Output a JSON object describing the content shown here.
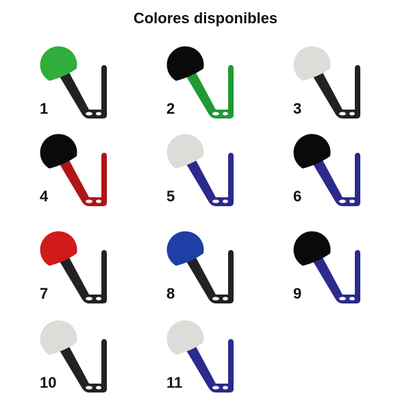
{
  "title": "Colores disponibles",
  "items": [
    {
      "label": "1",
      "ball": "#2fae3c",
      "hook": "#222222"
    },
    {
      "label": "2",
      "ball": "#0a0a0a",
      "hook": "#1f9a35"
    },
    {
      "label": "3",
      "ball": "#dcdcd8",
      "hook": "#222222"
    },
    {
      "label": "4",
      "ball": "#0a0a0a",
      "hook": "#b01515"
    },
    {
      "label": "5",
      "ball": "#dcdcd8",
      "hook": "#2c2a8c"
    },
    {
      "label": "6",
      "ball": "#0a0a0a",
      "hook": "#2c2a8c"
    },
    {
      "label": "7",
      "ball": "#d11a1a",
      "hook": "#222222"
    },
    {
      "label": "8",
      "ball": "#1f3fa6",
      "hook": "#222222"
    },
    {
      "label": "9",
      "ball": "#0a0a0a",
      "hook": "#2c2a8c"
    },
    {
      "label": "10",
      "ball": "#dcdcd8",
      "hook": "#222222"
    },
    {
      "label": "11",
      "ball": "#dcdcd8",
      "hook": "#2c2a8c"
    }
  ]
}
